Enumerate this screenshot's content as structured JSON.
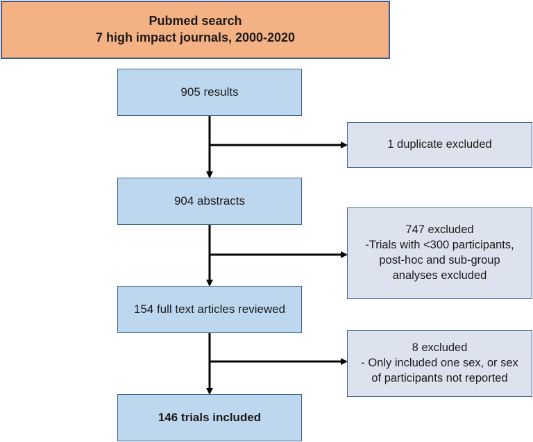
{
  "header": {
    "line1": "Pubmed search",
    "line2": "7 high impact journals, 2000-2020"
  },
  "steps": [
    {
      "label": "905 results"
    },
    {
      "label": "904 abstracts"
    },
    {
      "label": "154 full text articles reviewed"
    },
    {
      "label": "146 trials included"
    }
  ],
  "exclusions": [
    {
      "lines": [
        "1 duplicate excluded"
      ]
    },
    {
      "lines": [
        "747 excluded",
        "-Trials with <300 participants,",
        "post-hoc and sub-group",
        "analyses excluded"
      ]
    },
    {
      "lines": [
        "8 excluded",
        "- Only included one sex, or sex",
        "of participants not reported"
      ]
    }
  ],
  "colors": {
    "header_fill": "#f4b183",
    "step_fill": "#bdd7ee",
    "exclusion_fill": "#dde3ee",
    "border": "#41648f",
    "arrow": "#000000"
  }
}
